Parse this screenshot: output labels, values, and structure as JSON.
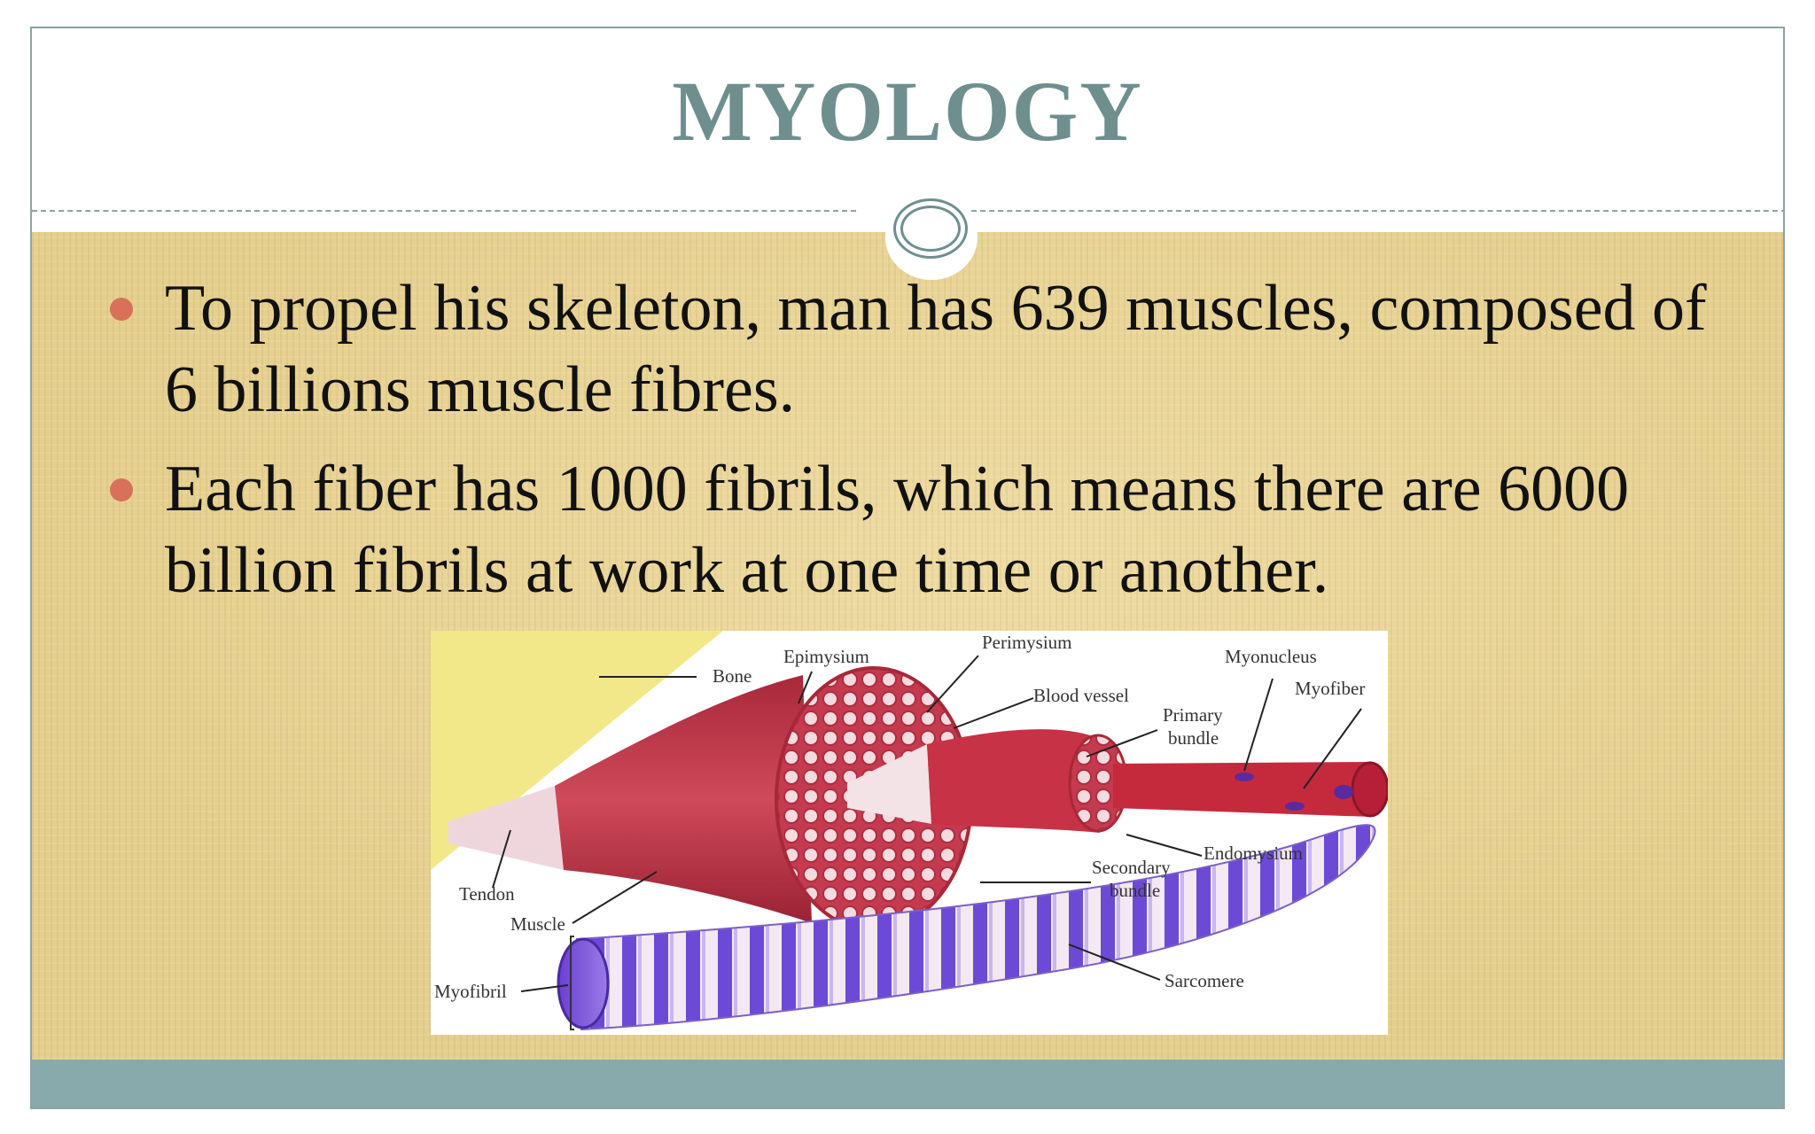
{
  "slide": {
    "title": "MYOLOGY",
    "bullets": [
      "To propel his skeleton, man has 639 muscles, composed of 6 billions muscle fibres.",
      "Each fiber has 1000 fibrils, which means there are 6000 billion fibrils at work at one time or another."
    ],
    "colors": {
      "title": "#6f8f8f",
      "bullet_dot": "#d8705a",
      "footer_bar": "#89aaad",
      "background_texture": "#e5cf8e"
    }
  },
  "figure": {
    "labels": {
      "bone": "Bone",
      "epimysium": "Epimysium",
      "perimysium": "Perimysium",
      "myonucleus": "Myonucleus",
      "myofiber": "Myofiber",
      "blood_vessel": "Blood vessel",
      "primary_bundle_1": "Primary",
      "primary_bundle_2": "bundle",
      "endomysium": "Endomysium",
      "secondary_bundle_1": "Secondary",
      "secondary_bundle_2": "bundle",
      "tendon": "Tendon",
      "muscle": "Muscle",
      "myofibril": "Myofibril",
      "sarcomere": "Sarcomere"
    }
  }
}
